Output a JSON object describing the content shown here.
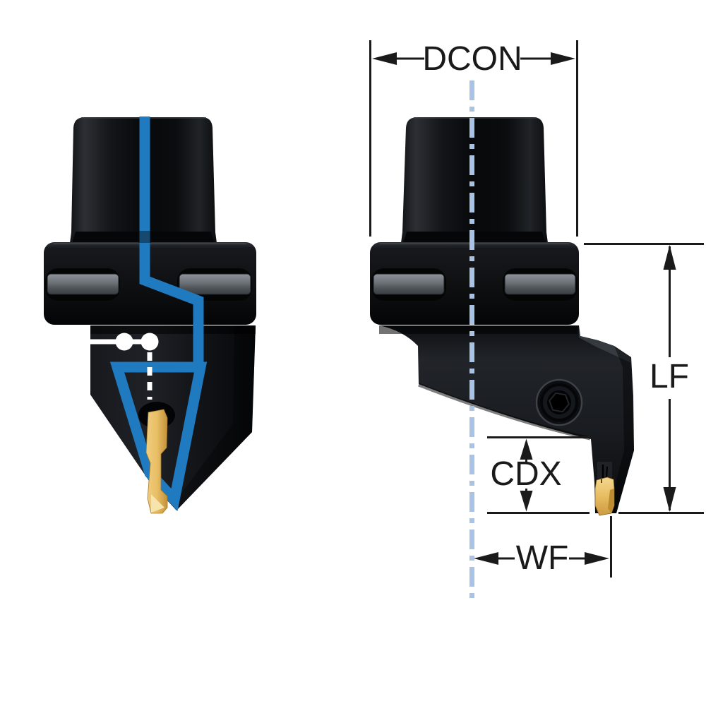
{
  "drawing": {
    "type": "product-dimension-diagram",
    "views": {
      "left": "Cross-section view with internal coolant channels",
      "right": "Side view with dimension callouts"
    }
  },
  "labels": {
    "dcon": "DCON",
    "lf": "LF",
    "cdx": "CDX",
    "wf": "WF"
  },
  "colors": {
    "coolant_channel": "#1f7abf",
    "centerline": "#a9c3e4",
    "insert_gold": "#e9bf66",
    "body_black": "#0b0d0f",
    "slot_gray": "#6a6f75",
    "dimension_ink": "#1a1a1a",
    "background": "#ffffff"
  }
}
